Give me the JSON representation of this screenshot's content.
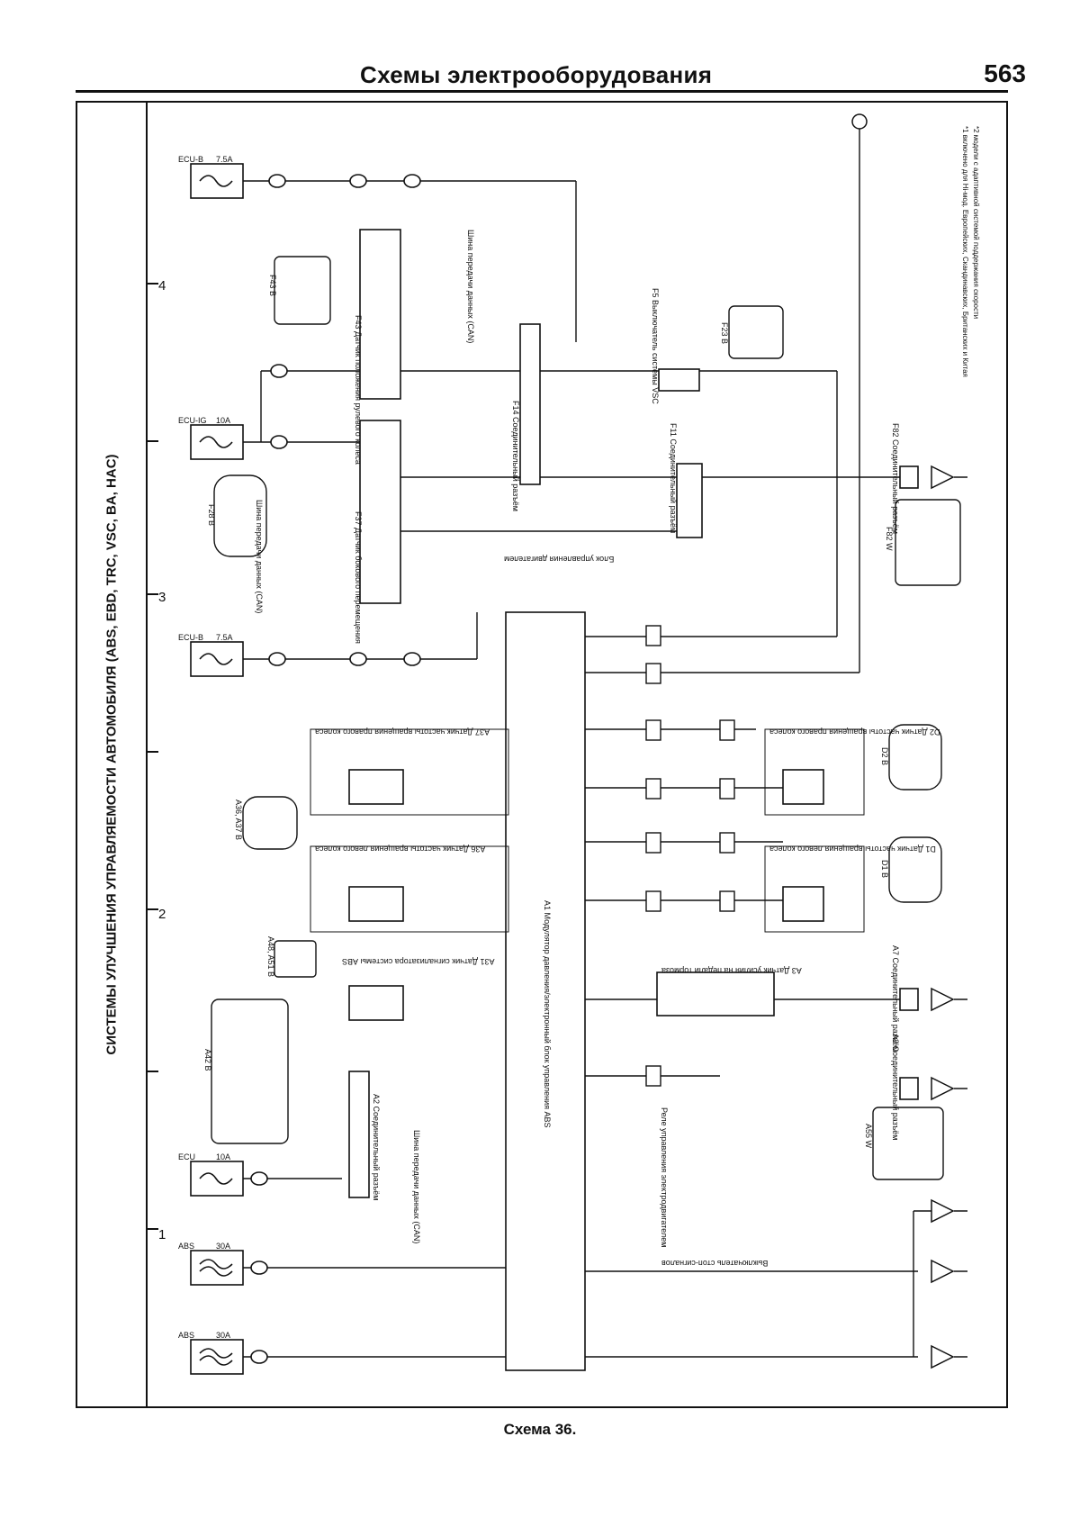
{
  "header": {
    "title": "Схемы электрооборудования",
    "page_number": "563"
  },
  "sidebar_title": "СИСТЕМЫ УЛУЧШЕНИЯ УПРАВЛЯЕМОСТИ АВТОМОБИЛЯ (ABS, EBD, TRC, VSC, BA, HAC)",
  "caption": "Схема 36.",
  "zones": [
    "1",
    "2",
    "3",
    "4"
  ],
  "notes": [
    "*1 включено для Hi-мод. Европейских, Скандинавских, Британских и Китая",
    "*2 модели с адаптивной системой поддержания скорости"
  ],
  "fuses": [
    {
      "name": "ECU-B",
      "value": "7.5A"
    },
    {
      "name": "ECU-IG",
      "value": "10A"
    },
    {
      "name": "ECU-B",
      "value": "7.5A"
    },
    {
      "name": "ECU",
      "value": "10A"
    },
    {
      "name": "ABS",
      "value": "30A"
    },
    {
      "name": "ABS",
      "value": "30A"
    }
  ],
  "components": {
    "yaw_sensor": "F43 Датчик положения рулевого колеса",
    "lateral_sensor": "F37 Датчик бокового перемещения",
    "junction_f14": "F14 Соединительный разъём",
    "vsc_switch": "F5 Выключатель системы VSC",
    "junction_f11": "F11 Соединительный разъём",
    "junction_f82": "F82 Соединительный разъём",
    "main_ecu": "A1 Модулятор давления/электронный блок управления ABS",
    "rear_right_speed": "A37 Датчик частоты вращения правого колеса",
    "rear_left_speed": "A36 Датчик частоты вращения левого колеса",
    "front_right_speed": "D2 Датчик частоты вращения правого колеса",
    "front_left_speed": "D1 Датчик частоты вращения левого колеса",
    "brake_switch": "A3 Датчик усилия на педали тормоза",
    "abs_lamp": "A31 Датчик сигнализатора системы ABS",
    "junction_a2": "A2 Соединительный разъём",
    "junction_a7": "A7 Соединительный разъём",
    "junction_a8": "A8 Соединительный разъём",
    "can_bus_1": "Шина передачи данных (CAN)",
    "can_bus_2": "Шина передачи данных (CAN)",
    "can_bus_3": "Шина передачи данных (CAN)",
    "ecm_link": "Блок управления двигателем",
    "stop_link": "Выключатель стоп-сигналов",
    "relay_link": "Реле управления электродвигателем"
  },
  "connectors": {
    "f43": "F43 B",
    "f28": "F28 B",
    "f23": "F23 B",
    "f82": "F82 W",
    "a36": "A36, A37 B",
    "d1": "D1 B",
    "d2": "D2 B",
    "a48": "A48, A51 B",
    "a42": "A42 B",
    "a55": "A55 W"
  },
  "colors": {
    "line": "#111111",
    "background": "#ffffff"
  }
}
